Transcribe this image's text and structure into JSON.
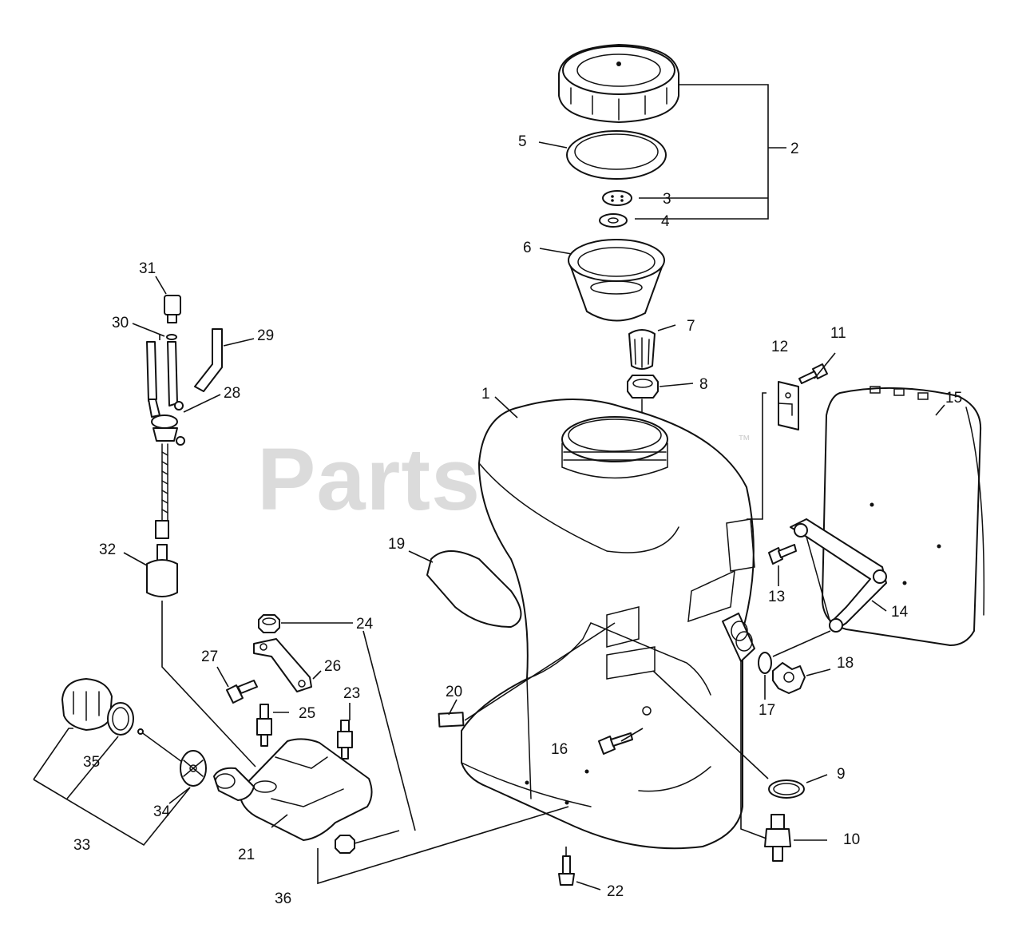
{
  "watermark": {
    "text": "PartsTree",
    "trademark": "™"
  },
  "callouts": [
    {
      "id": "c1",
      "text": "1"
    },
    {
      "id": "c2",
      "text": "2"
    },
    {
      "id": "c3",
      "text": "3"
    },
    {
      "id": "c4",
      "text": "4"
    },
    {
      "id": "c5",
      "text": "5"
    },
    {
      "id": "c6",
      "text": "6"
    },
    {
      "id": "c7",
      "text": "7"
    },
    {
      "id": "c8",
      "text": "8"
    },
    {
      "id": "c9",
      "text": "9"
    },
    {
      "id": "c10",
      "text": "10"
    },
    {
      "id": "c11",
      "text": "11"
    },
    {
      "id": "c12",
      "text": "12"
    },
    {
      "id": "c13",
      "text": "13"
    },
    {
      "id": "c14",
      "text": "14"
    },
    {
      "id": "c15",
      "text": "15"
    },
    {
      "id": "c16",
      "text": "16"
    },
    {
      "id": "c17",
      "text": "17"
    },
    {
      "id": "c18",
      "text": "18"
    },
    {
      "id": "c19",
      "text": "19"
    },
    {
      "id": "c20",
      "text": "20"
    },
    {
      "id": "c21",
      "text": "21"
    },
    {
      "id": "c22",
      "text": "22"
    },
    {
      "id": "c23",
      "text": "23"
    },
    {
      "id": "c24",
      "text": "24"
    },
    {
      "id": "c25",
      "text": "25"
    },
    {
      "id": "c26",
      "text": "26"
    },
    {
      "id": "c27",
      "text": "27"
    },
    {
      "id": "c28",
      "text": "28"
    },
    {
      "id": "c29",
      "text": "29"
    },
    {
      "id": "c30",
      "text": "30"
    },
    {
      "id": "c31",
      "text": "31"
    },
    {
      "id": "c32",
      "text": "32"
    },
    {
      "id": "c33",
      "text": "33"
    },
    {
      "id": "c34",
      "text": "34"
    },
    {
      "id": "c35",
      "text": "35"
    },
    {
      "id": "c36",
      "text": "36"
    }
  ]
}
